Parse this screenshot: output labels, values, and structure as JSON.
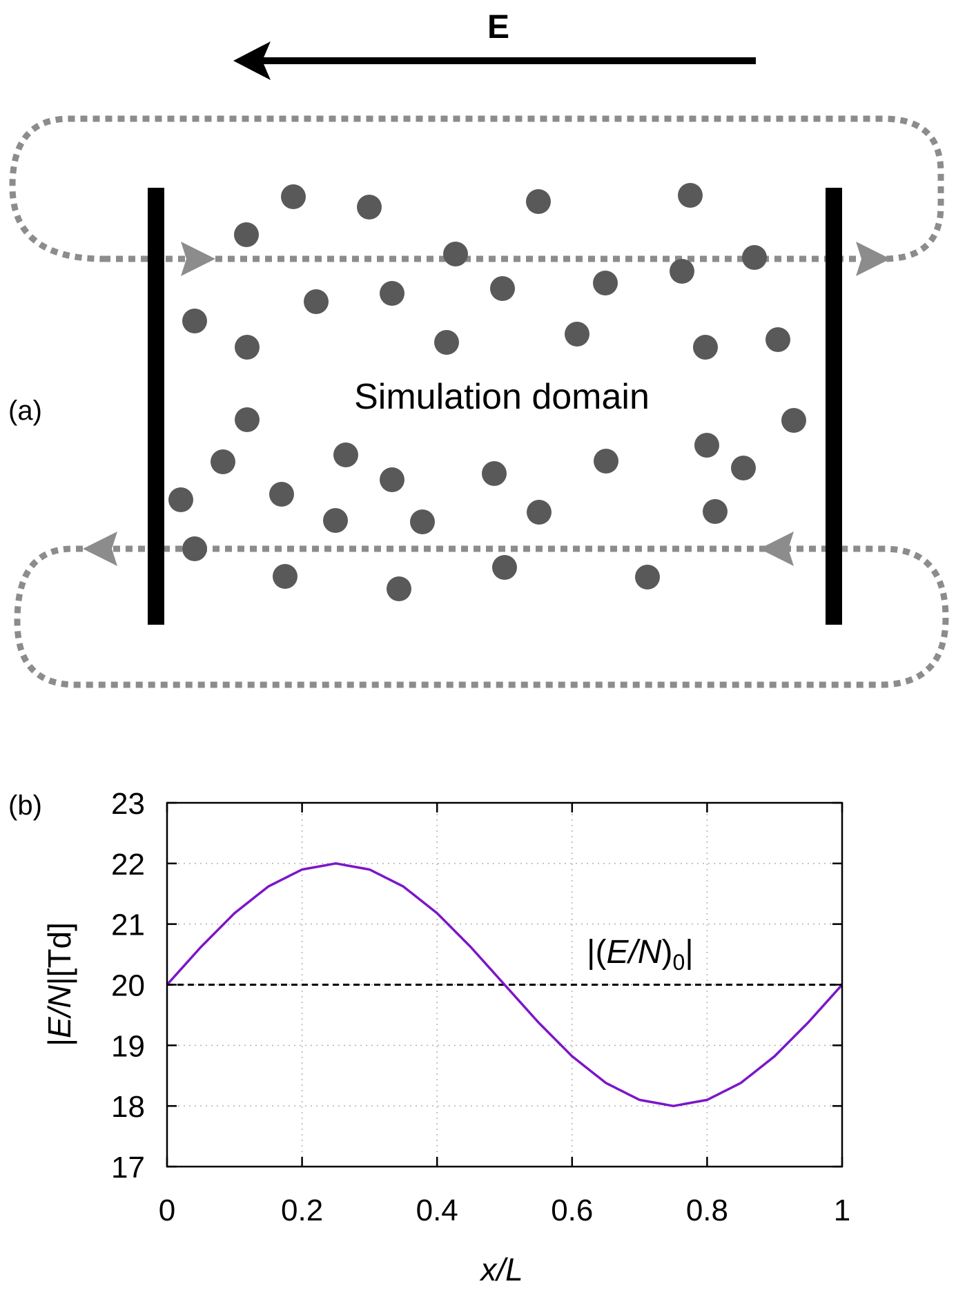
{
  "panel_a": {
    "label": "(a)",
    "field_label": "E",
    "domain_label": "Simulation domain",
    "colors": {
      "particle": "#595959",
      "loop": "#8c8c8c",
      "wall": "#000000"
    }
  },
  "panel_b": {
    "label": "(b)",
    "ylabel": {
      "pre": "|",
      "italic": "E/N",
      "post": "|[Td]"
    },
    "xlabel": {
      "italic": "x/L"
    },
    "annotation": {
      "open": "|(",
      "italic": "E/N",
      "close": ")",
      "sub": "0",
      "end": "|"
    }
  },
  "chart_data": {
    "type": "line",
    "xlim": [
      0,
      1
    ],
    "ylim": [
      17,
      23
    ],
    "grid": true,
    "xticks": [
      "0",
      "0.2",
      "0.4",
      "0.6",
      "0.8",
      "1"
    ],
    "yticks": [
      "17",
      "18",
      "19",
      "20",
      "21",
      "22",
      "23"
    ],
    "series": [
      {
        "color": "#7b16c9",
        "x": [
          0,
          0.05,
          0.1,
          0.15,
          0.2,
          0.25,
          0.3,
          0.35,
          0.4,
          0.45,
          0.5,
          0.55,
          0.6,
          0.65,
          0.7,
          0.75,
          0.8,
          0.85,
          0.9,
          0.95,
          1
        ],
        "y": [
          20,
          20.62,
          21.18,
          21.62,
          21.9,
          22,
          21.9,
          21.62,
          21.18,
          20.62,
          20,
          19.38,
          18.82,
          18.38,
          18.1,
          18,
          18.1,
          18.38,
          18.82,
          19.38,
          20
        ]
      },
      {
        "style": "dashed",
        "color": "#000000",
        "x": [
          0,
          1
        ],
        "y": [
          20,
          20
        ]
      }
    ]
  }
}
